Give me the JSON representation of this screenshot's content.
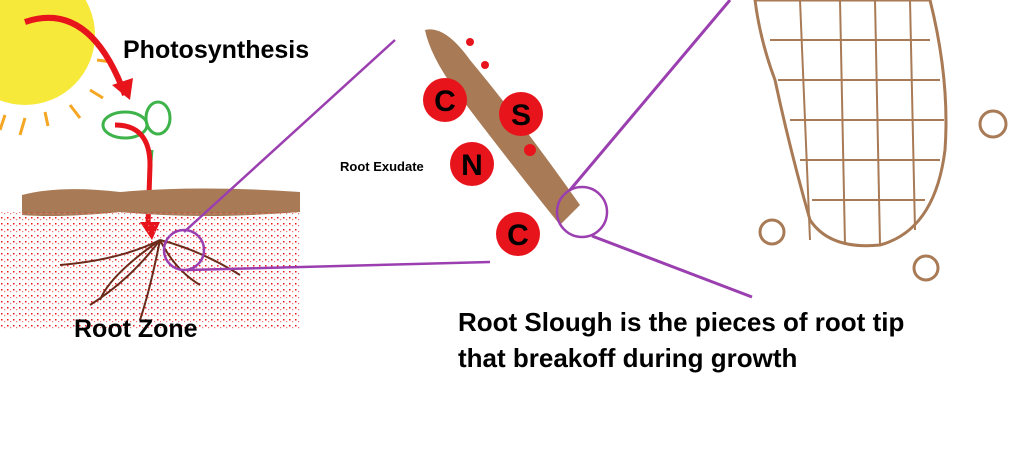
{
  "labels": {
    "photosynthesis": "Photosynthesis",
    "root_zone": "Root Zone",
    "root_exudate": "Root Exudate",
    "slough_line1": "Root Slough is the pieces of root tip",
    "slough_line2": "that breakoff during growth"
  },
  "molecules": [
    "C",
    "S",
    "N",
    "C"
  ],
  "colors": {
    "sun": "#f7e93a",
    "arrow": "#e8141c",
    "soil": "#a87a55",
    "zoom": "#9b3fb0",
    "leaf": "#3db34a",
    "root": "#6b2a1a"
  }
}
